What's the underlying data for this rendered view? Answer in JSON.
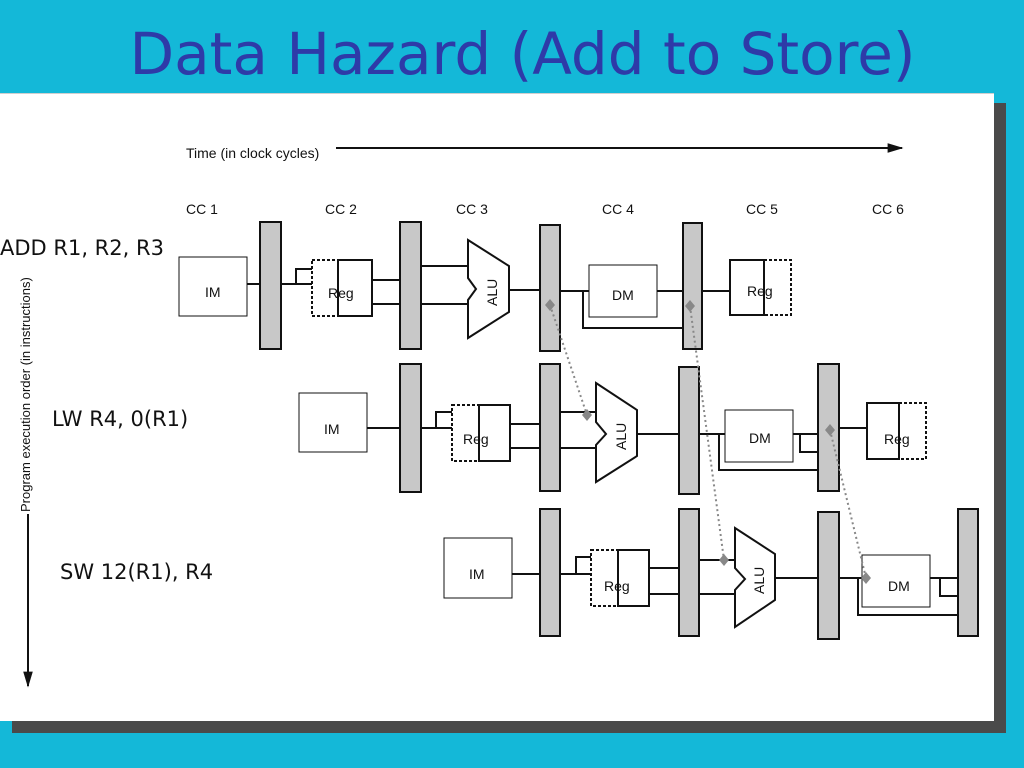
{
  "title": "Data Hazard (Add to Store)",
  "diagram": {
    "time_axis_label": "Time (in clock cycles)",
    "order_axis_label": "Program execution order (in instructions)",
    "clock_cycles": [
      "CC 1",
      "CC 2",
      "CC 3",
      "CC 4",
      "CC 5",
      "CC 6"
    ],
    "instructions": [
      "ADD R1, R2, R3",
      "LW R4, 0(R1)",
      "SW 12(R1), R4"
    ],
    "stages": {
      "im": "IM",
      "reg": "Reg",
      "alu": "ALU",
      "dm": "DM"
    }
  }
}
